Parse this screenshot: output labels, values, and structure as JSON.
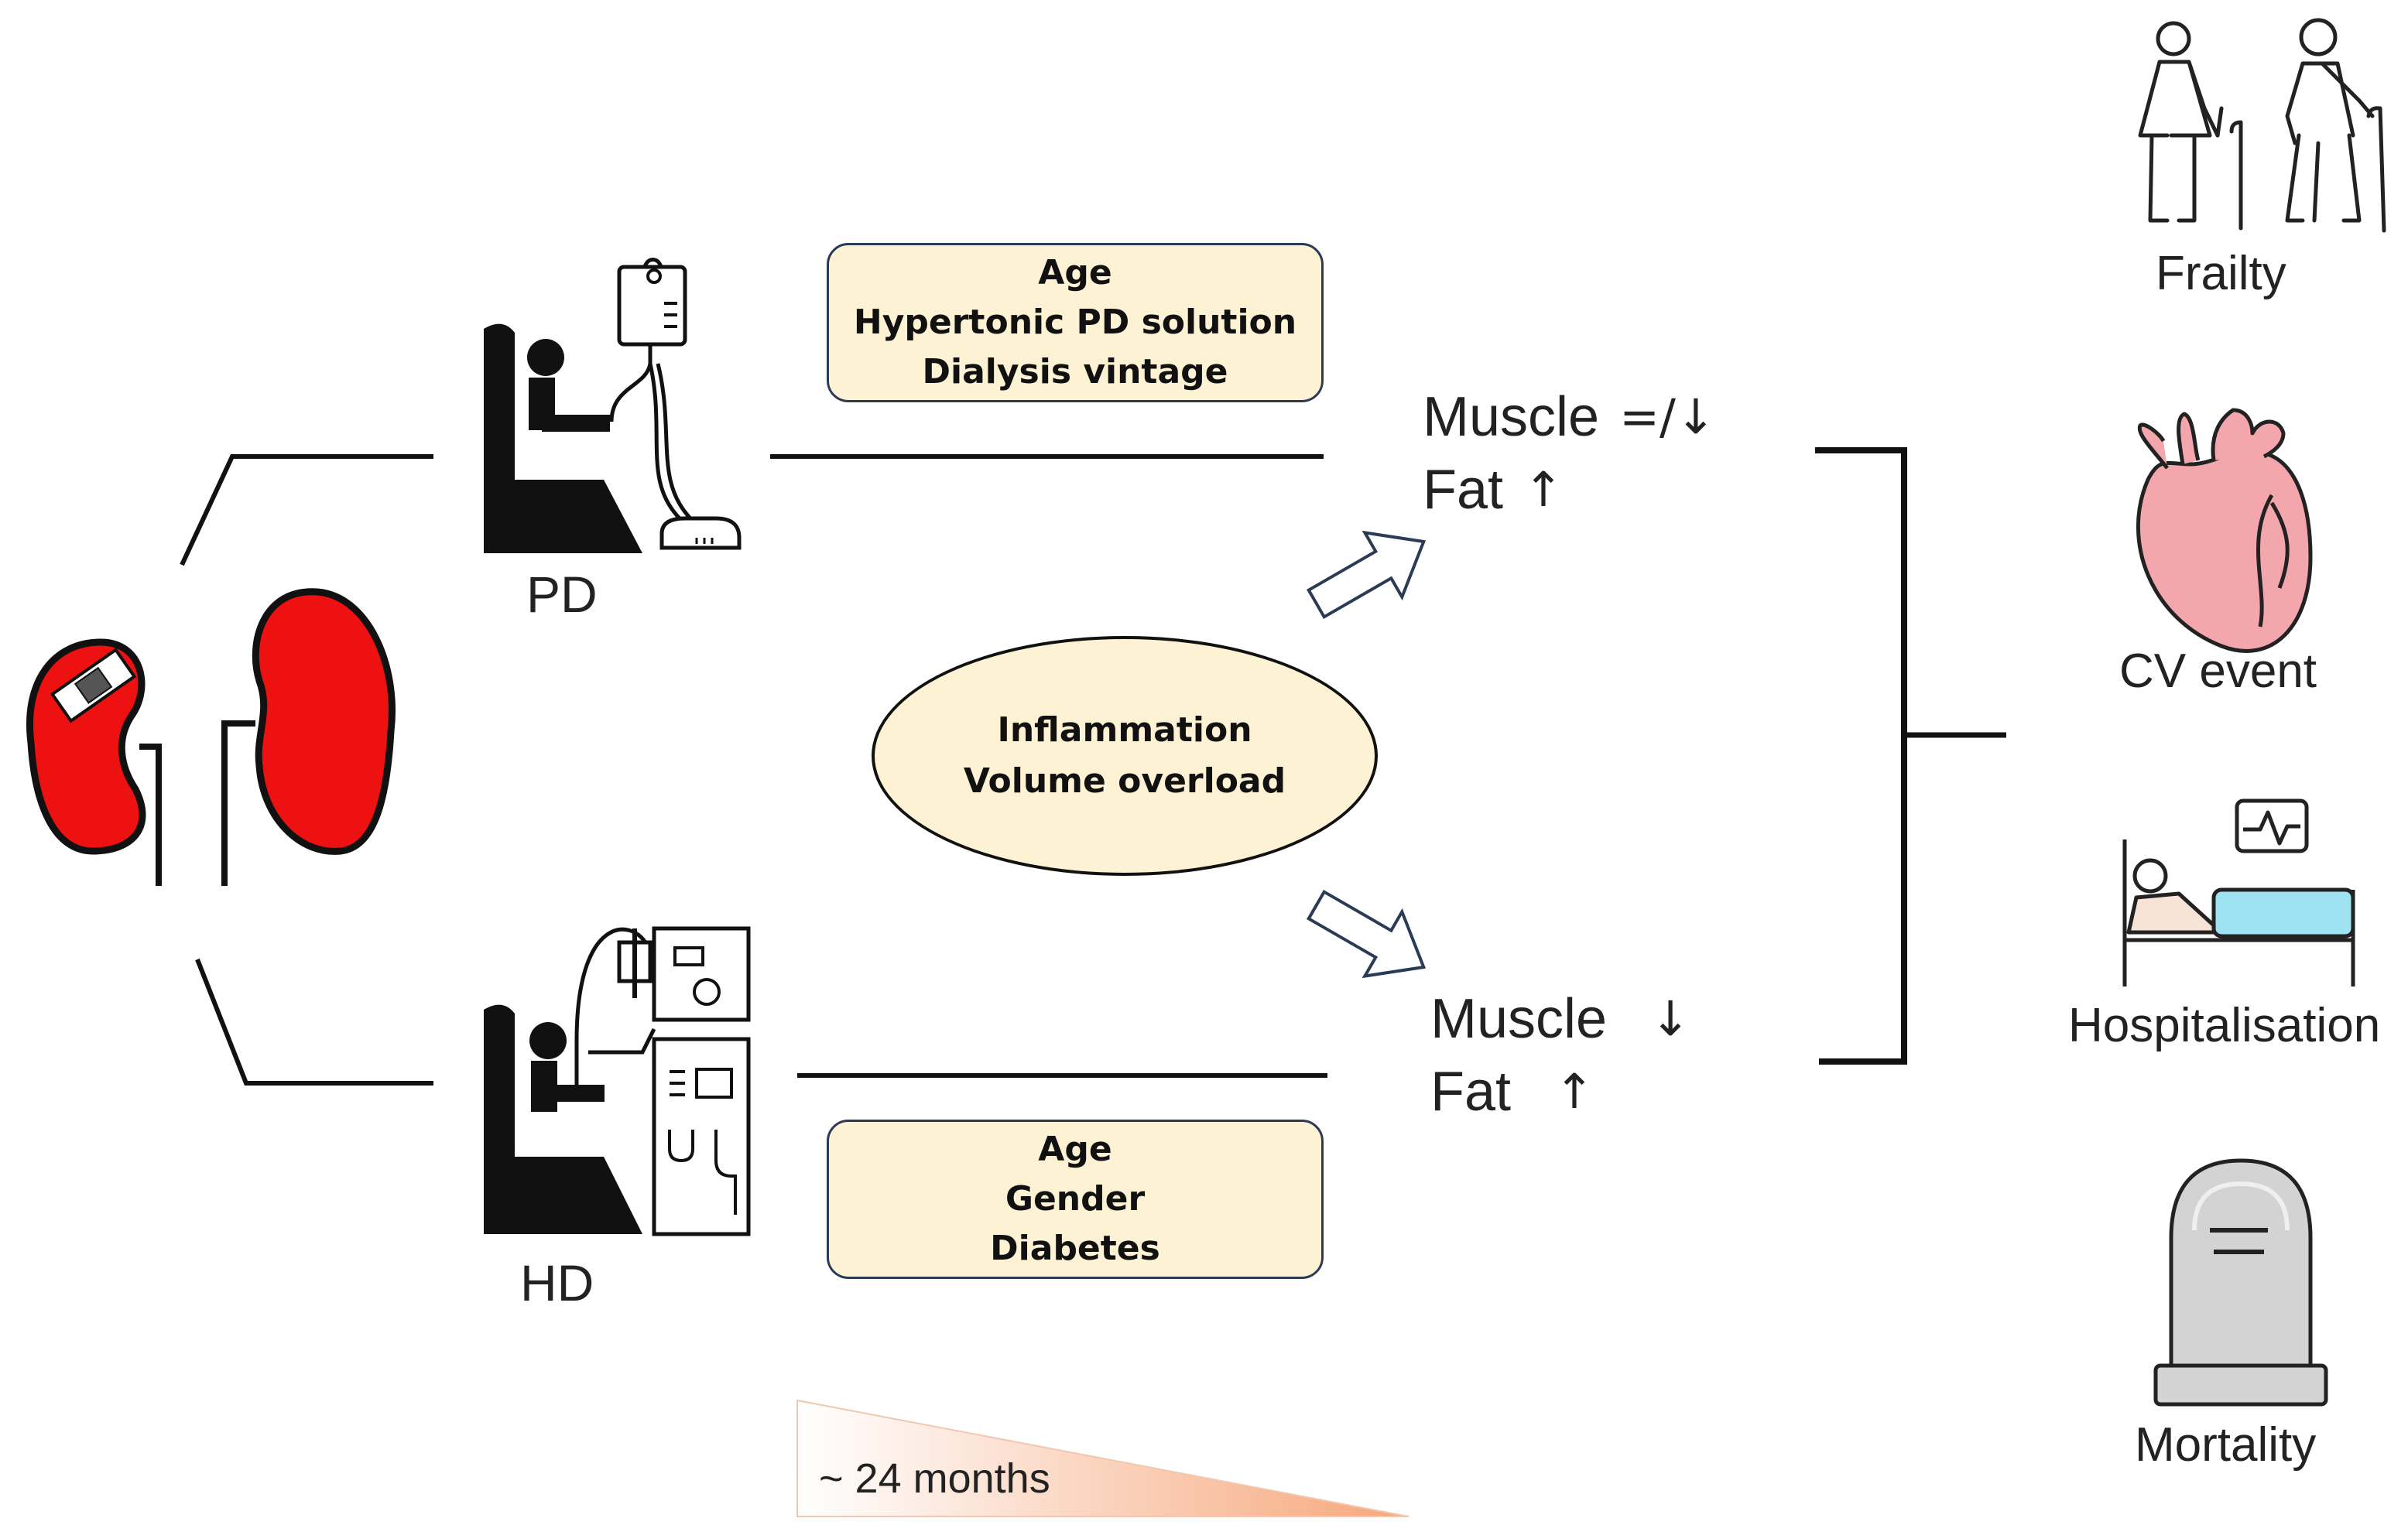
{
  "modalities": {
    "pd": {
      "label": "PD",
      "factors": [
        "Age",
        "Hypertonic PD solution",
        "Dialysis vintage"
      ]
    },
    "hd": {
      "label": "HD",
      "factors": [
        "Age",
        "Gender",
        "Diabetes"
      ]
    }
  },
  "shared_factors": [
    "Inflammation",
    "Volume overload"
  ],
  "effects": {
    "pd": {
      "muscle_label": "Muscle",
      "muscle_change": "=/↓",
      "fat_label": "Fat",
      "fat_change": "↑"
    },
    "hd": {
      "muscle_label": "Muscle",
      "muscle_change": "↓",
      "fat_label": "Fat",
      "fat_change": "↑"
    }
  },
  "outcomes": [
    "Frailty",
    "CV event",
    "Hospitalisation",
    "Mortality"
  ],
  "timeline": {
    "label": "~ 24 months"
  },
  "colors": {
    "kidney": "#ee1111",
    "box_fill": "#fdf2d4",
    "box_border": "#2b3a55",
    "timeline_start": "#f6a77c",
    "heart": "#f4a6ad",
    "bed_blanket": "#9fe3f2",
    "tombstone": "#d3d3d3"
  },
  "icons": [
    "kidney-icon",
    "pd-patient-icon",
    "hd-patient-icon",
    "hollow-arrow-icon",
    "frailty-icon",
    "heart-icon",
    "hospital-bed-icon",
    "tombstone-icon"
  ]
}
